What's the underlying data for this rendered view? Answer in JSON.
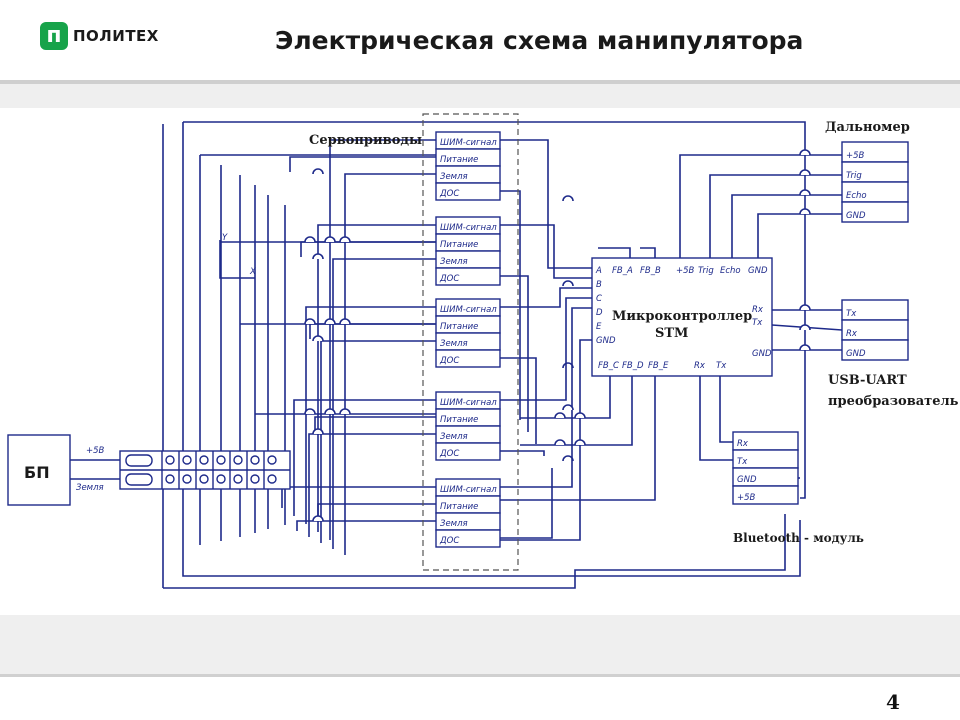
{
  "header": {
    "logo_mark": "п",
    "logo_text": "ПОЛИТЕХ",
    "title": "Электрическая схема манипулятора"
  },
  "page_number": "4",
  "diagram": {
    "servo_group_label": "Сервоприводы",
    "servo_blocks": [
      {
        "pins": [
          "ШИМ-сигнал",
          "Питание",
          "Земля",
          "ДОС"
        ]
      },
      {
        "pins": [
          "ШИМ-сигнал",
          "Питание",
          "Земля",
          "ДОС"
        ]
      },
      {
        "pins": [
          "ШИМ-сигнал",
          "Питание",
          "Земля",
          "ДОС"
        ]
      },
      {
        "pins": [
          "ШИМ-сигнал",
          "Питание",
          "Земля",
          "ДОС"
        ]
      },
      {
        "pins": [
          "ШИМ-сигнал",
          "Питание",
          "Земля",
          "ДОС"
        ]
      }
    ],
    "power_supply": {
      "label": "БП",
      "plus_label": "+5В",
      "ground_label": "Земля"
    },
    "mcu": {
      "title": "Микроконтроллер",
      "subtitle": "STM",
      "left_pins": [
        "A",
        "B",
        "C",
        "D",
        "E",
        "GND"
      ],
      "top_pins": [
        "FB_A",
        "FB_B",
        "+5В",
        "Trig",
        "Echo",
        "GND"
      ],
      "right_pins": [
        "Rx",
        "Tx",
        "GND"
      ],
      "bottom_pins": [
        "FB_C",
        "FB_D",
        "FB_E",
        "Rx",
        "Tx"
      ]
    },
    "rangefinder": {
      "label": "Дальномер",
      "pins": [
        "+5В",
        "Trig",
        "Echo",
        "GND"
      ]
    },
    "usb_uart": {
      "label_line1": "USB-UART",
      "label_line2": "преобразователь",
      "pins": [
        "Tx",
        "Rx",
        "GND"
      ]
    },
    "bluetooth": {
      "label": "Bluetooth - модуль",
      "pins": [
        "Rx",
        "Tx",
        "GND",
        "+5В"
      ]
    },
    "axis": {
      "y": "Y",
      "x": "X"
    }
  }
}
